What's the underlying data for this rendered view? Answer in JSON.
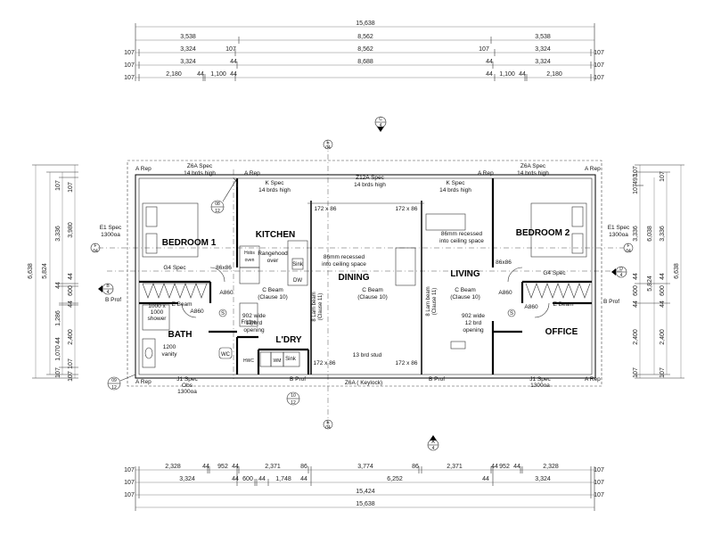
{
  "dims_top": {
    "r1": [
      "15,638"
    ],
    "r2": [
      "3,538",
      "8,562",
      "3,538"
    ],
    "r3": [
      "107",
      "3,324",
      "107",
      "8,562",
      "107",
      "3,324",
      "107"
    ],
    "r4": [
      "107",
      "3,324",
      "44",
      "8,688",
      "44",
      "3,324",
      "107"
    ],
    "r5": [
      "107",
      "2,180",
      "44",
      "1,100",
      "44",
      "44",
      "1,100",
      "44",
      "2,180",
      "107"
    ]
  },
  "dims_bottom": {
    "r1": [
      "107",
      "2,328",
      "44",
      "952",
      "44",
      "2,371",
      "86",
      "3,774",
      "86",
      "2,371",
      "44",
      "952",
      "44",
      "2,328",
      "107"
    ],
    "r2": [
      "107",
      "3,324",
      "44",
      "600",
      "44",
      "1,748",
      "44",
      "6,252",
      "44",
      "3,324",
      "107"
    ],
    "r3": [
      "107",
      "15,424",
      "107"
    ],
    "r4": [
      "15,638"
    ]
  },
  "dims_left": {
    "outer": [
      "6,638"
    ],
    "mid": [
      "5,824"
    ],
    "c3": [
      "107",
      "3,336",
      "44",
      "1,286",
      "44",
      "1,070",
      "107"
    ],
    "c4": [
      "107",
      "3,980",
      "44",
      "600",
      "44",
      "2,400",
      "107",
      "107"
    ]
  },
  "dims_right": {
    "c1": [
      "107",
      "493",
      "107",
      "3,336",
      "44",
      "600",
      "44",
      "2,400",
      "107"
    ],
    "c2": [
      "6,038",
      "5,824"
    ],
    "c3": [
      "107",
      "3,336",
      "44",
      "600",
      "44",
      "2,400",
      "107"
    ],
    "outer": [
      "6,638"
    ]
  },
  "markers": {
    "c_top": {
      "letter": "C",
      "num": "4"
    },
    "a_bottom": {
      "letter": "A",
      "num": "4"
    },
    "b_left": {
      "letter": "B",
      "num": "4"
    },
    "d_right": {
      "letter": "D",
      "num": "4"
    },
    "f_left": {
      "letter": "F",
      "num": "04"
    },
    "f_right": {
      "letter": "F",
      "num": "04"
    },
    "e_top": {
      "letter": "E",
      "num": "04"
    },
    "e_bottom": {
      "letter": "E",
      "num": "04"
    },
    "d_08": {
      "top": "08",
      "bot": "12"
    },
    "d_09": {
      "top": "09",
      "bot": "12"
    },
    "d_10": {
      "top": "10",
      "bot": "12"
    }
  },
  "rooms": {
    "bedroom1": "BEDROOM 1",
    "bedroom2": "BEDROOM 2",
    "kitchen": "KITCHEN",
    "dining": "DINING",
    "living": "LIVING",
    "bath": "BATH",
    "laundry": "L'DRY",
    "office": "OFFICE"
  },
  "notes": {
    "a_rep": "A Rep",
    "b_prof": "B Prof",
    "z6a_left_1": "Z6A Spec",
    "z6a_left_2": "14 brds high",
    "z6a_right_1": "Z6A Spec",
    "z6a_right_2": "14 brds high",
    "z12a_1": "Z12A Spec",
    "z12a_2": "14 brds high",
    "kspec_1": "K Spec",
    "kspec_2": "14 brds high",
    "e1_1": "E1 Spec",
    "e1_2": "1300oa",
    "j1_1": "J1 Spec",
    "j1_2": "Obs",
    "j1_3": "1300oa",
    "j1r_1": "J1 Spec",
    "j1r_2": "1300oa",
    "g4": "G4 Spec",
    "e_beam": "E Beam",
    "c_beam_1": "C Beam",
    "c_beam_2": "(Clause 10)",
    "lam_1": "8 Lam beam",
    "lam_2": "(Clause 11)",
    "beam172": "172 x 86",
    "recess_1": "86mm recessed",
    "recess_2": "into ceiling space",
    "bench": "86x86",
    "a860": "A860",
    "opening_1": "902 wide",
    "opening_2": "12 brd",
    "opening_3": "opening",
    "shower_1": "1000 x",
    "shower_2": "1000",
    "shower_3": "shower",
    "vanity_1": "1200",
    "vanity_2": "vanity",
    "rangehood_1": "Rangehood",
    "rangehood_2": "over",
    "hobs_1": "Hobs",
    "hobs_2": "oven",
    "fridge": "Fridge",
    "sink": "Sink",
    "dw": "DW",
    "wc": "WC",
    "hwc": "HWC",
    "wm": "WM",
    "stud": "13 brd stud",
    "z6a_bottom": "Z6A ( Keylock)",
    "s": "S"
  }
}
